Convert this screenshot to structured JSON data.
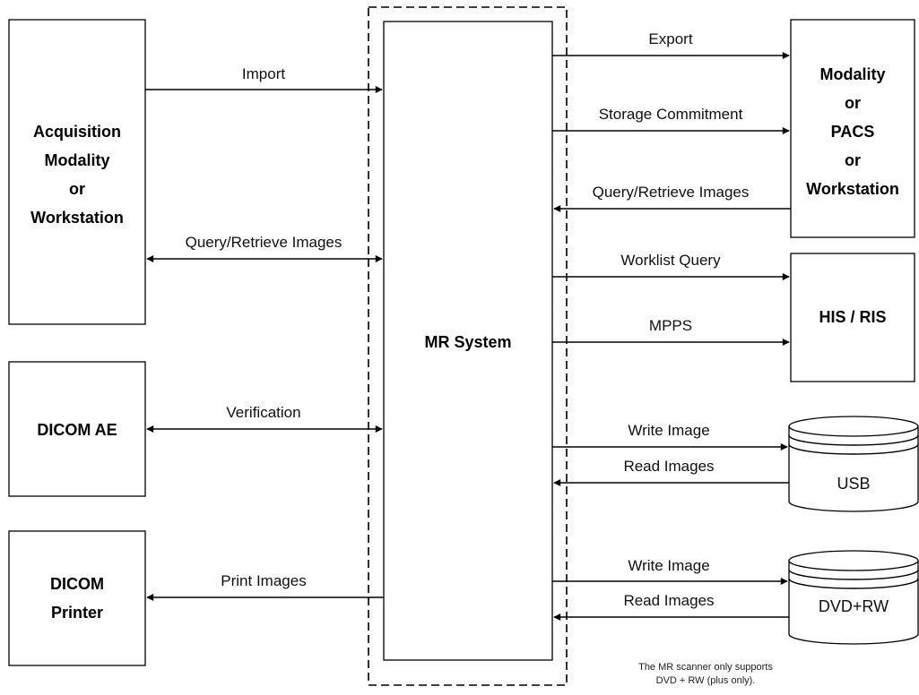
{
  "diagram": {
    "center": {
      "label": "MR System"
    },
    "left_nodes": {
      "acquisition": {
        "lines": [
          "Acquisition",
          "Modality",
          "or",
          "Workstation"
        ]
      },
      "dicom_ae": {
        "lines": [
          "DICOM AE"
        ]
      },
      "printer": {
        "lines": [
          "DICOM",
          "Printer"
        ]
      }
    },
    "right_nodes": {
      "pacs": {
        "lines": [
          "Modality",
          "or",
          "PACS",
          "or",
          "Workstation"
        ]
      },
      "his_ris": {
        "lines": [
          "HIS / RIS"
        ]
      },
      "usb": {
        "label": "USB"
      },
      "dvd": {
        "label": "DVD+RW"
      }
    },
    "connections": {
      "import": "Import",
      "query_retrieve_left": "Query/Retrieve Images",
      "verification": "Verification",
      "print_images": "Print Images",
      "export": "Export",
      "storage_commitment": "Storage Commitment",
      "query_retrieve_right": "Query/Retrieve Images",
      "worklist_query": "Worklist Query",
      "mpps": "MPPS",
      "usb_write": "Write Image",
      "usb_read": "Read Images",
      "dvd_write": "Write Image",
      "dvd_read": "Read Images"
    },
    "footnote": [
      "The MR scanner only supports",
      "DVD + RW (plus only)."
    ]
  }
}
